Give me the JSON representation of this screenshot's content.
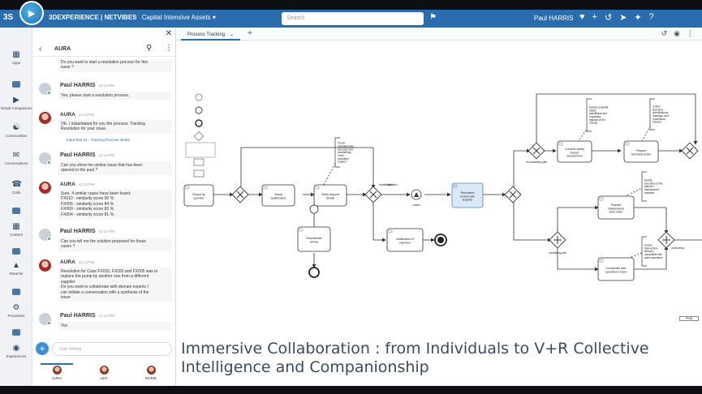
{
  "header": {
    "logo": "3S",
    "brand_strong": "3DEXPERIENCE | NETVIBES",
    "brand_context": "Capital Intensive Assets",
    "search_placeholder": "Search",
    "user_name": "Paul HARRIS",
    "icons": [
      "tag-icon",
      "bell-icon",
      "plus-icon",
      "share-icon",
      "home-icon",
      "tools-icon",
      "help-icon"
    ]
  },
  "rail": {
    "items": [
      {
        "label": "Apps",
        "icon": "grid-icon"
      },
      {
        "label": "",
        "icon": "app-tile-icon"
      },
      {
        "label": "Virtual Companions",
        "icon": "companion-icon"
      },
      {
        "label": "Communities",
        "icon": "community-icon"
      },
      {
        "label": "Conversations",
        "icon": "chat-icon"
      },
      {
        "label": "Calls",
        "icon": "phone-icon"
      },
      {
        "label": "",
        "icon": "app-tile-icon"
      },
      {
        "label": "Content",
        "icon": "content-icon"
      },
      {
        "label": "",
        "icon": "app-tile-icon"
      },
      {
        "label": "Ravents",
        "icon": "ravent-icon"
      },
      {
        "label": "",
        "icon": "app-tile-icon"
      },
      {
        "label": "Processes",
        "icon": "process-icon"
      },
      {
        "label": "",
        "icon": "app-tile-icon"
      },
      {
        "label": "Experiences",
        "icon": "experience-icon"
      }
    ]
  },
  "chat": {
    "title": "AURA",
    "messages": [
      {
        "author": "",
        "time": "",
        "text": "Do you want to start a resolution process for this\nissue ?"
      },
      {
        "author": "Paul HARRIS",
        "time": "12:13 PM",
        "text": "Yes, please start a resolution process."
      },
      {
        "author": "AURA",
        "time": "12:13 PM",
        "text": "OK. I instantiated for you the process: Tracking\nResolution for your issue.",
        "link": "Input Test 01 - Tracking Process 30452"
      },
      {
        "author": "Paul HARRIS",
        "time": "12:13 PM",
        "text": "Can you show me similar issue that has been\nopened in the past ?"
      },
      {
        "author": "AURA",
        "time": "12:13 PM",
        "text": "Sure, 4 similar cases have been found:\nFX010 - similarity score 90 %\nFX005 - similarity score 84 %\nFX009 - similarity score 83 %\nFX004 - similarity score 81 %"
      },
      {
        "author": "Paul HARRIS",
        "time": "12:13 PM",
        "text": "Can you tell me the solution proposed for those\ncases ?"
      },
      {
        "author": "AURA",
        "time": "12:13 PM",
        "text": "Resolution for Case FX010, FX050 and FX005 was to\nreplace the pump by another one from a different\nsupplier\nDo you want to collaborate with domain experts I\ncan initiate a conversation with a synthesis of the\nissue"
      },
      {
        "author": "Paul HARRIS",
        "time": "12:13 PM",
        "text": "Yes"
      }
    ],
    "input_placeholder": "Start Writing",
    "people": [
      "AURA",
      "LEO",
      "MARIE"
    ]
  },
  "canvas": {
    "tab_label": "Process Tracking",
    "scroll_label": "PMB",
    "caption": "Immersive Collaboration : from Individuals to V+R Collective\nIntelligence and Companionship",
    "tasks": [
      "Report by\noperator",
      "Visual\nqualification",
      "Verify request\ndetails",
      "Resolution\nreview with\nExperts",
      "Reschedule\narrival",
      "Notification of\nrejection",
      "Conduct safety\nimpact\nassessment",
      "Prepare\ntechnical folder",
      "Prepare\nmaintenance\nwork order",
      "Coordinate with\noperations team"
    ],
    "annotations": [
      "Check\ncompleteness,\naccuracy and\nconsistency\nof the\nsubmitted\nrequest",
      "Assess potential\nsafety\noperational and\nregulatory\nimpacts of the\nchange",
      "Collect\ntechnical\nspecifications,\ndrawings, and\nprocedures\nneeded",
      "Decide\nexecution of the\nplanned\nmaintenance\nactivities",
      "Ensure\nintervention\ntiming is\ncompatible with\nplant operations"
    ],
    "flow_labels": [
      "invalidation",
      "validation",
      "cancel",
      "no-escalating path",
      "escalating path",
      "scheduling"
    ]
  }
}
